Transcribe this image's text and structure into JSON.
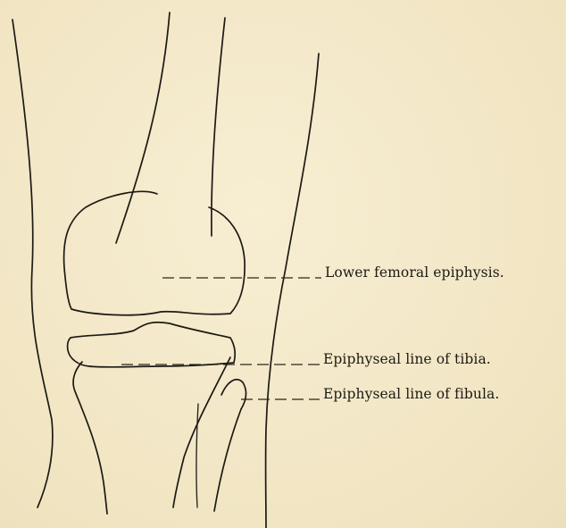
{
  "figure": {
    "labels": [
      {
        "id": "lower-femoral-epiphysis",
        "text": "Lower femoral epiphysis."
      },
      {
        "id": "epiphyseal-line-tibia",
        "text": "Epiphyseal line of tibia."
      },
      {
        "id": "epiphyseal-line-fibula",
        "text": "Epiphyseal line of fibula."
      }
    ]
  }
}
